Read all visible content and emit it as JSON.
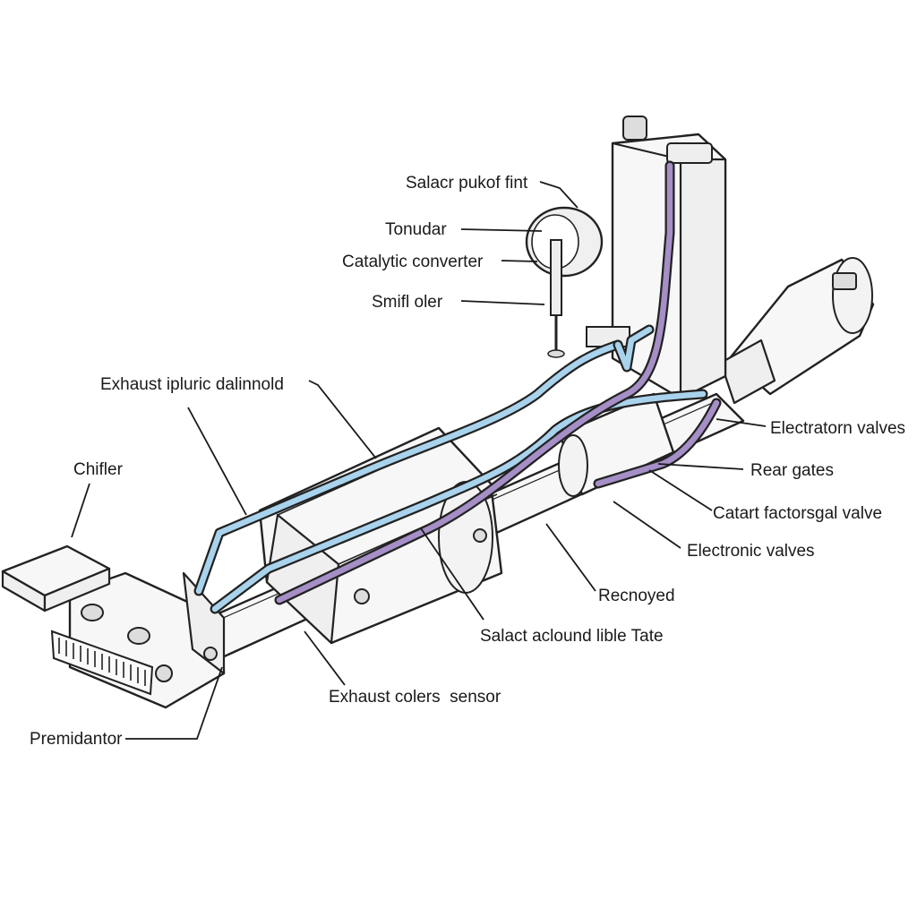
{
  "diagram": {
    "colors": {
      "background": "#ffffff",
      "blue_hose": "#a9d3ec",
      "purple_hose": "#a58fc6",
      "outline": "#222222"
    },
    "labels": {
      "salacr_pukof_fint": "Salacr pukof fint",
      "tonudar": "Tonudar",
      "catalytic_converter": "Catalytic converter",
      "smifl_oler": "Smifl oler",
      "exhaust_manifold": "Exhaust ipluric dalinnold",
      "chifier": "Chifler",
      "electratorn_valves": "Electratorn valves",
      "rear_gates": "Rear gates",
      "catart_valve": "Catart factorsgal valve",
      "electronic_valves": "Electronic valves",
      "recnoyed": "Recnoyed",
      "salact_table": "Salact aclound lible Tate",
      "exhaust_sensor": "Exhaust colers  sensor",
      "premidantor": "Premidantor"
    }
  }
}
